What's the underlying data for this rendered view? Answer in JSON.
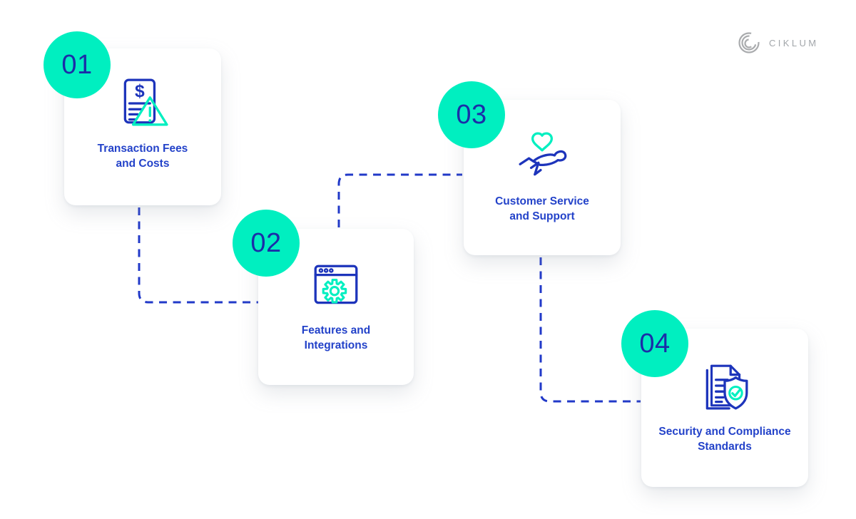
{
  "brand": {
    "name": "CIKLUM",
    "logo_icon": "ciklum-arcs-icon"
  },
  "colors": {
    "accent_teal": "#00efc0",
    "number_blue": "#1b2da8",
    "title_blue": "#2342c9",
    "icon_blue": "#1d34bb",
    "connector_blue": "#2139c8",
    "logo_gray": "#a2a6aa",
    "card_background": "#ffffff",
    "page_background": "#ffffff"
  },
  "connector_style": "dashed",
  "steps": [
    {
      "number": "01",
      "title": "Transaction Fees and Costs",
      "title_lines": [
        "Transaction Fees",
        "and Costs"
      ],
      "icon": "invoice-warning-icon"
    },
    {
      "number": "02",
      "title": "Features and Integrations",
      "title_lines": [
        "Features and",
        "Integrations"
      ],
      "icon": "browser-gear-icon"
    },
    {
      "number": "03",
      "title": "Customer Service and Support",
      "title_lines": [
        "Customer Service",
        "and Support"
      ],
      "icon": "hand-heart-icon"
    },
    {
      "number": "04",
      "title": "Security and Compliance Standards",
      "title_lines": [
        "Security and Compliance",
        "Standards"
      ],
      "icon": "document-shield-icon"
    }
  ]
}
